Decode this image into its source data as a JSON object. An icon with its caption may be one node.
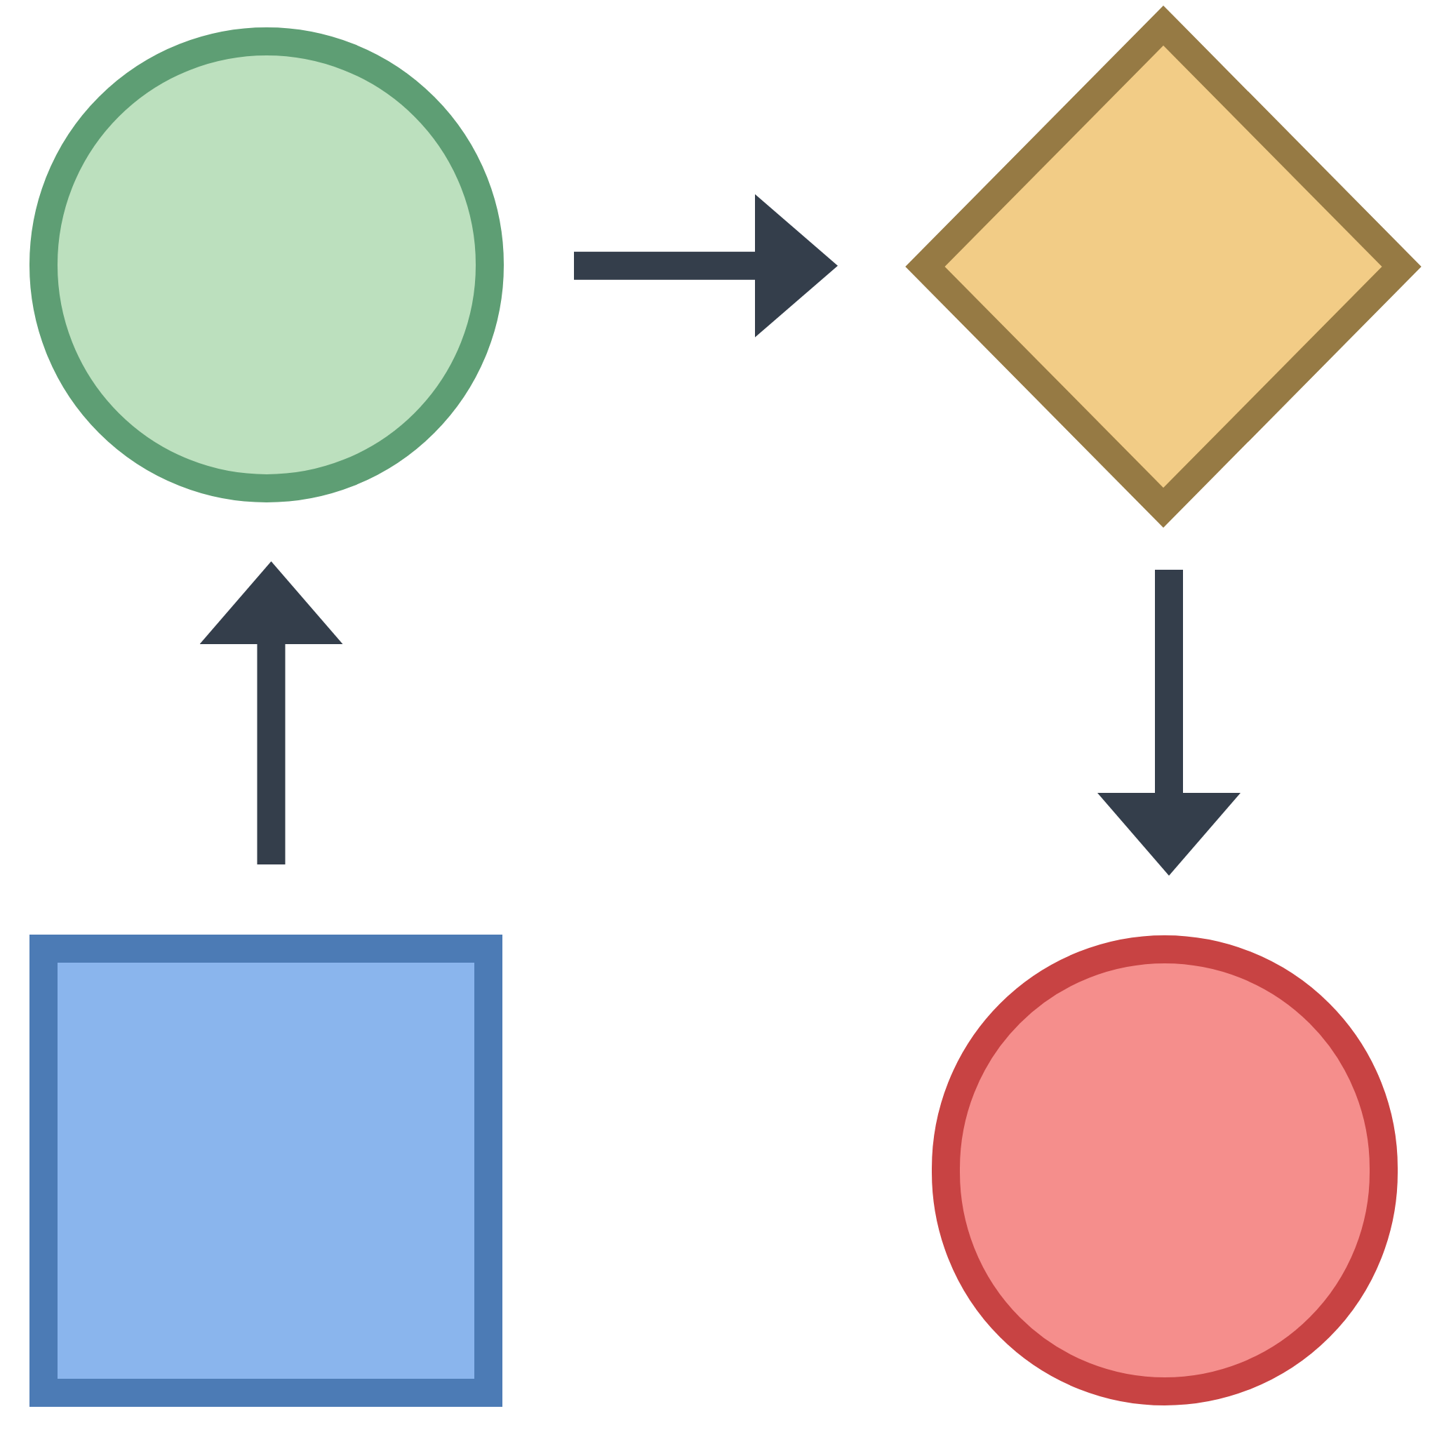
{
  "diagram": {
    "nodes": [
      {
        "text": [],
        "shape": "circle"
      },
      {
        "text": [],
        "shape": "diamond"
      },
      {
        "text": [],
        "shape": "box"
      },
      {
        "text": [],
        "shape": "circle"
      }
    ],
    "edges": [
      {
        "from": 2,
        "to": 0,
        "arrow": "to"
      },
      {
        "from": 0,
        "to": 1,
        "arrow": "to"
      },
      {
        "from": 1,
        "to": 3,
        "arrow": "to"
      }
    ]
  }
}
